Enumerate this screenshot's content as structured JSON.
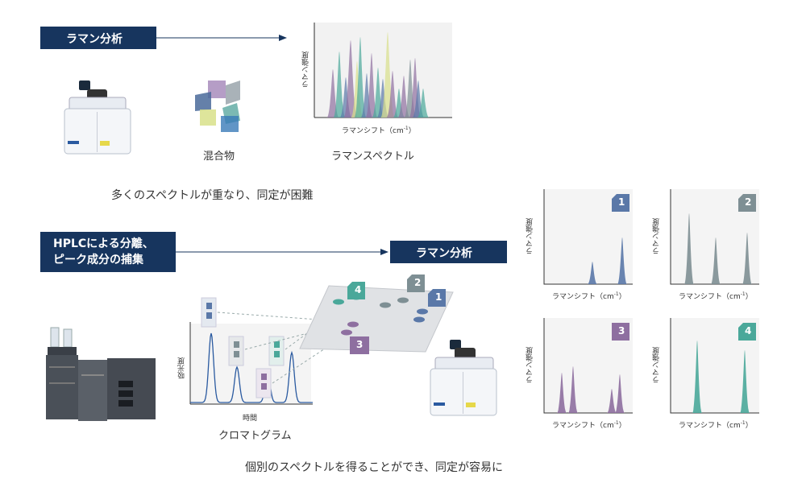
{
  "top": {
    "raman_label": "ラマン分析",
    "mixture_label": "混合物",
    "spectrum_caption": "ラマンスペクトル",
    "spectrum_xlabel": "ラマンシフト（cm",
    "spectrum_xlabel_sup": "-1",
    "spectrum_xlabel_end": "）",
    "spectrum_ylabel": "ラマン強度",
    "problem_text": "多くのスペクトルが重なり、同定が困難"
  },
  "bottom": {
    "hplc_line1": "HPLCによる分離、",
    "hplc_line2": "ピーク成分の捕集",
    "raman_label": "ラマン分析",
    "chrom_ylabel": "吸光度",
    "chrom_xlabel": "時間",
    "chrom_caption": "クロマトグラム",
    "conclusion_text": "個別のスペクトルを得ることができ、同定が容易に",
    "plate_numbers": [
      "4",
      "2",
      "1",
      "3"
    ]
  },
  "mini_spectra": [
    {
      "number": "1",
      "color": "#5a78a8",
      "ylabel": "ラマン強度",
      "xlabel": "ラマンシフト（cm",
      "xsup": "-1",
      "xend": "）"
    },
    {
      "number": "2",
      "color": "#7e8f94",
      "ylabel": "ラマン強度",
      "xlabel": "ラマンシフト（cm",
      "xsup": "-1",
      "xend": "）"
    },
    {
      "number": "3",
      "color": "#8e6fa0",
      "ylabel": "ラマン強度",
      "xlabel": "ラマンシフト（cm",
      "xsup": "-1",
      "xend": "）"
    },
    {
      "number": "4",
      "color": "#4aa89a",
      "ylabel": "ラマン強度",
      "xlabel": "ラマンシフト（cm",
      "xsup": "-1",
      "xend": "）"
    }
  ],
  "colors": {
    "navy": "#17355e",
    "blue": "#5a78a8",
    "gray": "#7e8f94",
    "purple": "#8e6fa0",
    "teal": "#4aa89a",
    "yellow": "#d8e08a"
  }
}
